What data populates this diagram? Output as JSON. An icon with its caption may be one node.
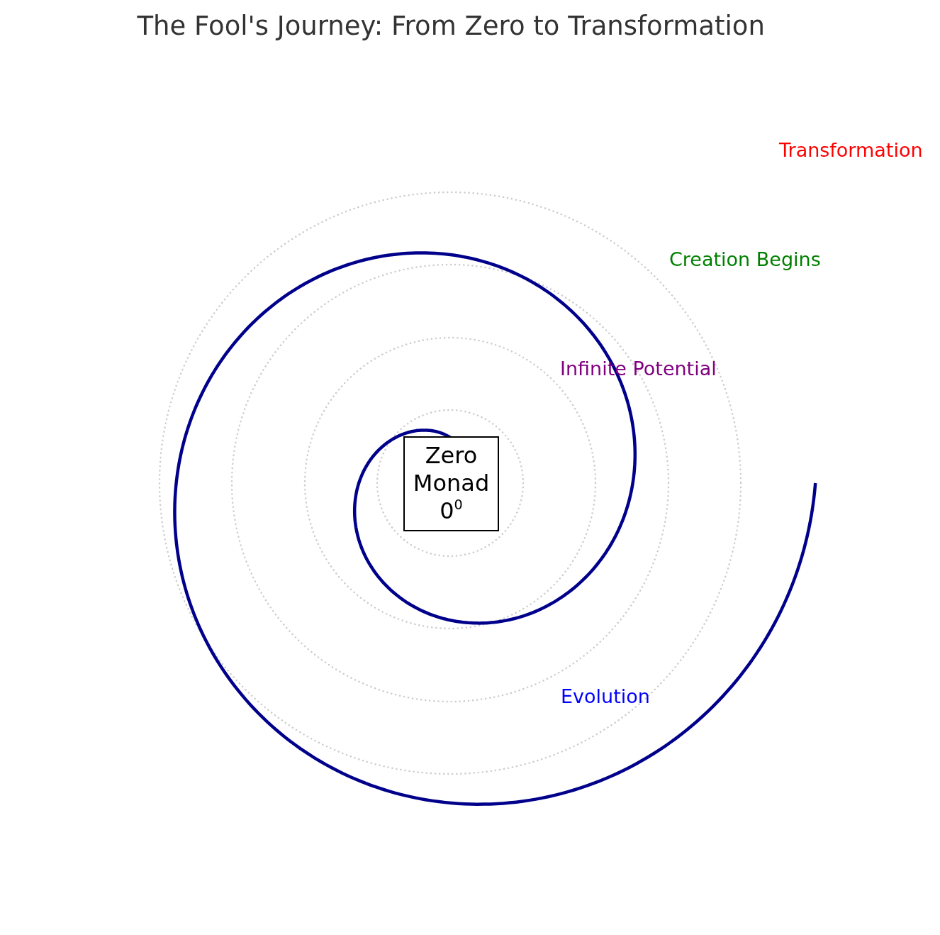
{
  "diagram": {
    "title": "The Fool's Journey: From Zero to Transformation",
    "nodes": [
      {
        "text": [
          "Zero Monad 0$^{0}$"
        ]
      }
    ],
    "labels": [
      "Transformation",
      "Creation Begins",
      "Infinite Potential",
      "Evolution"
    ]
  }
}
